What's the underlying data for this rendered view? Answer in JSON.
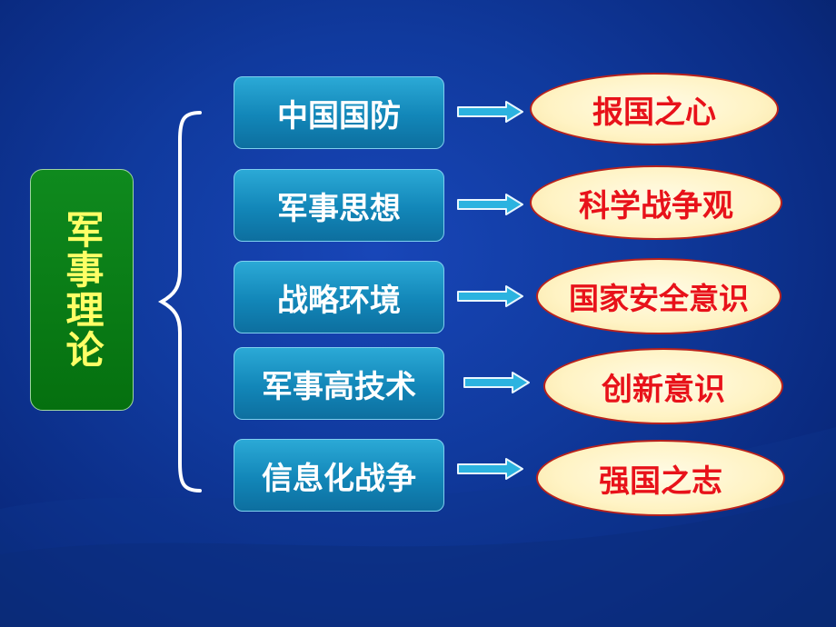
{
  "diagram": {
    "root": {
      "label": "军事理论"
    },
    "topics": [
      {
        "label": "中国国防",
        "outcome": "报国之心"
      },
      {
        "label": "军事思想",
        "outcome": "科学战争观"
      },
      {
        "label": "战略环境",
        "outcome": "国家安全意识"
      },
      {
        "label": "军事高技术",
        "outcome": "创新意识"
      },
      {
        "label": "信息化战争",
        "outcome": "强国之志"
      }
    ]
  },
  "colors": {
    "background": "#103a9e",
    "root_fill": "#0a7f18",
    "root_text": "#ffff66",
    "topic_fill": "#1890c4",
    "topic_text": "#ffffff",
    "outcome_fill": "#fff3c4",
    "outcome_border": "#b9211c",
    "outcome_text": "#e8121a",
    "arrow": "#2bb3e0"
  }
}
